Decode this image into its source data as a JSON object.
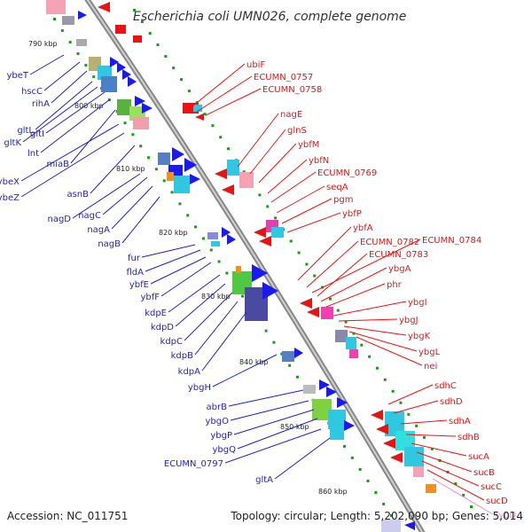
{
  "title": "Escherichia coli UMN026, complete genome",
  "footer": {
    "accession": "Accession: NC_011751",
    "summary": "Topology: circular; Length: 5,202,090 bp; Genes: 5,014"
  },
  "colors": {
    "backbone": "#8a8a8a",
    "tick": "#1a9a1a",
    "left_labels": "#1f1fd0",
    "right_labels": "#ee1111",
    "rna_label": "#f08cc8"
  },
  "kbp_ticks": [
    "790 kbp",
    "800 kbp",
    "810 kbp",
    "820 kbp",
    "830 kbp",
    "840 kbp",
    "850 kbp",
    "860 kbp"
  ],
  "left_genes": [
    "ybeT",
    "hscC",
    "rihA",
    "gltL",
    "gltK",
    "gltI",
    "lnt",
    "miaB",
    "ybeX",
    "ybeZ",
    "asnB",
    "nagD",
    "nagC",
    "nagA",
    "nagB",
    "fur",
    "fldA",
    "ybfE",
    "ybfF",
    "kdpE",
    "kdpD",
    "kdpC",
    "kdpB",
    "kdpA",
    "ybgH",
    "abrB",
    "ybgO",
    "ybgP",
    "ybgQ",
    "ECUMN_0797",
    "gltA"
  ],
  "right_genes": [
    "ubiF",
    "ECUMN_0757",
    "ECUMN_0758",
    "nagE",
    "glnS",
    "ybfM",
    "ybfN",
    "ECUMN_0769",
    "seqA",
    "pgm",
    "ybfP",
    "ybfA",
    "ECUMN_0782",
    "ECUMN_0784",
    "ECUMN_0783",
    "ybgA",
    "phr",
    "ybgI",
    "ybgJ",
    "ybgK",
    "ybgL",
    "nei",
    "sdhC",
    "sdhD",
    "sdhA",
    "sdhB",
    "sucA",
    "sucB",
    "sucC",
    "sucD",
    "rybD"
  ]
}
